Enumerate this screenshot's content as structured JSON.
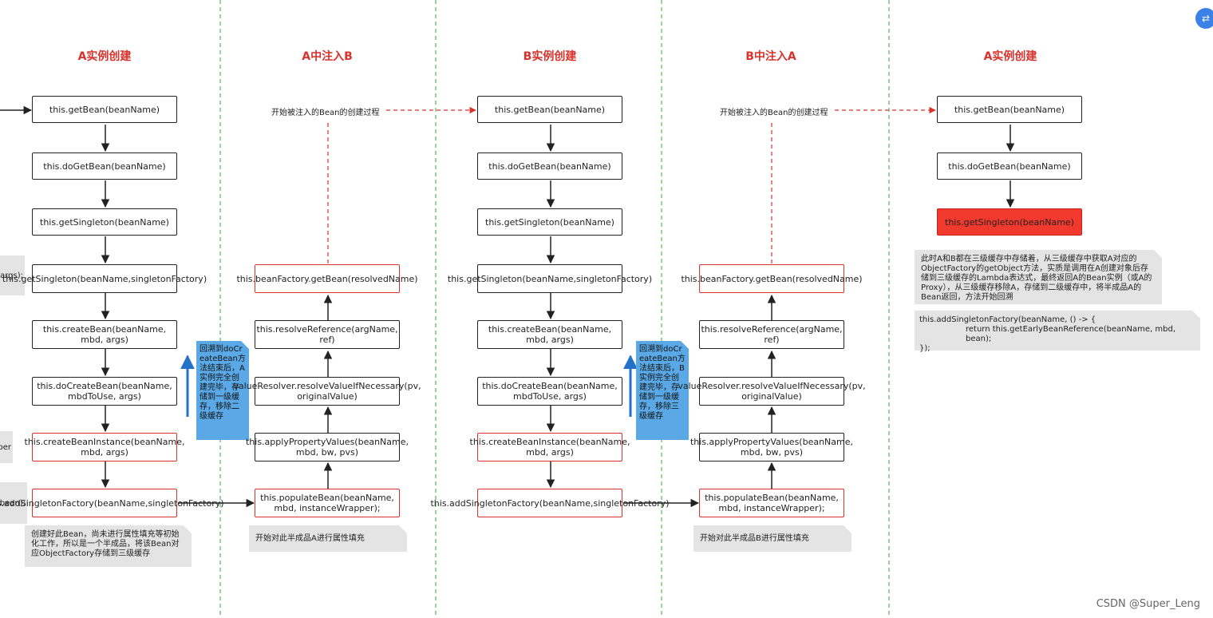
{
  "columns": [
    {
      "title": "A实例创建"
    },
    {
      "title": "A中注入B"
    },
    {
      "title": "B实例创建"
    },
    {
      "title": "B中注入A"
    },
    {
      "title": "A实例创建"
    }
  ],
  "col1_boxes": [
    "this.getBean(beanName)",
    "this.doGetBean(beanName)",
    "this.getSingleton(beanName)",
    "this.getSingleton(beanName,singletonFactory)",
    "this.createBean(beanName, mbd, args)",
    "this.doCreateBean(beanName, mbdToUse, args)",
    "this.createBeanInstance(beanName, mbd, args)",
    "this.addSingletonFactory(beanName,singletonFactory)"
  ],
  "col2_boxes": [
    "this.beanFactory.getBean(resolvedName)",
    "this.resolveReference(argName, ref)",
    "valueResolver.resolveValueIfNecessary(pv, originalValue)",
    "this.applyPropertyValues(beanName, mbd, bw, pvs)",
    "this.populateBean(beanName, mbd, instanceWrapper);"
  ],
  "col3_boxes": [
    "this.getBean(beanName)",
    "this.doGetBean(beanName)",
    "this.getSingleton(beanName)",
    "this.getSingleton(beanName,singletonFactory)",
    "this.createBean(beanName, mbd, args)",
    "this.doCreateBean(beanName, mbdToUse, args)",
    "this.createBeanInstance(beanName, mbd, args)",
    "this.addSingletonFactory(beanName,singletonFactory)"
  ],
  "col4_boxes": [
    "this.beanFactory.getBean(resolvedName)",
    "this.resolveReference(argName, ref)",
    "valueResolver.resolveValueIfNecessary(pv, originalValue)",
    "this.applyPropertyValues(beanName, mbd, bw, pvs)",
    "this.populateBean(beanName, mbd, instanceWrapper);"
  ],
  "col5_boxes": [
    "this.getBean(beanName)",
    "this.doGetBean(beanName)",
    "this.getSingleton(beanName)"
  ],
  "labels": {
    "inject_b_start": "开始被注入的Bean的创建过程",
    "inject_a_start": "开始被注入的Bean的创建过程"
  },
  "notes": {
    "col1_bottom": "创建好此Bean，尚未进行属性填充等初始化工作，所以是一个半成品，将该Bean对应ObjectFactory存储到三级缓存",
    "col2_bottom": "开始对此半成品A进行属性填充",
    "col4_bottom": "开始对此半成品B进行属性填充",
    "col5_desc": "此时A和B都在三级缓存中存储着，从三级缓存中获取A对应的ObjectFactory的getObject方法，实质是调用在A创建对象后存储到三级缓存的Lambda表达式，最终返回A的Bean实例（或A的Proxy），从三级缓存移除A，存储到二级缓存中，将半成品A的Bean返回，方法开始回溯",
    "col5_code_1": "this.addSingletonFactory(beanName, () -> {",
    "col5_code_2": "return this.getEarlyBeanReference(beanName, mbd, bean);",
    "col5_code_3": "});"
  },
  "blue_notes": {
    "a": "回溯到doCreateBean方法结束后，A实例完全创建完毕，存储到一级缓存，移除二级缓存",
    "b": "回溯到doCreateBean方法结束后，B实例完全创建完毕，存储到一级缓存，移除三级缓存"
  },
  "edge_notes": {
    "top": "args);",
    "mid": "per",
    "bottom": "bean);"
  },
  "watermark": "CSDN @Super_Leng",
  "colors": {
    "title_red": "#d9312b",
    "box_border": "#222222",
    "highlight_fill": "#f13a2d",
    "divider_green": "#3aa63a",
    "blue_note": "#5aa9e6",
    "blue_arrow": "#2472c8",
    "note_gray": "#e4e4e4"
  }
}
